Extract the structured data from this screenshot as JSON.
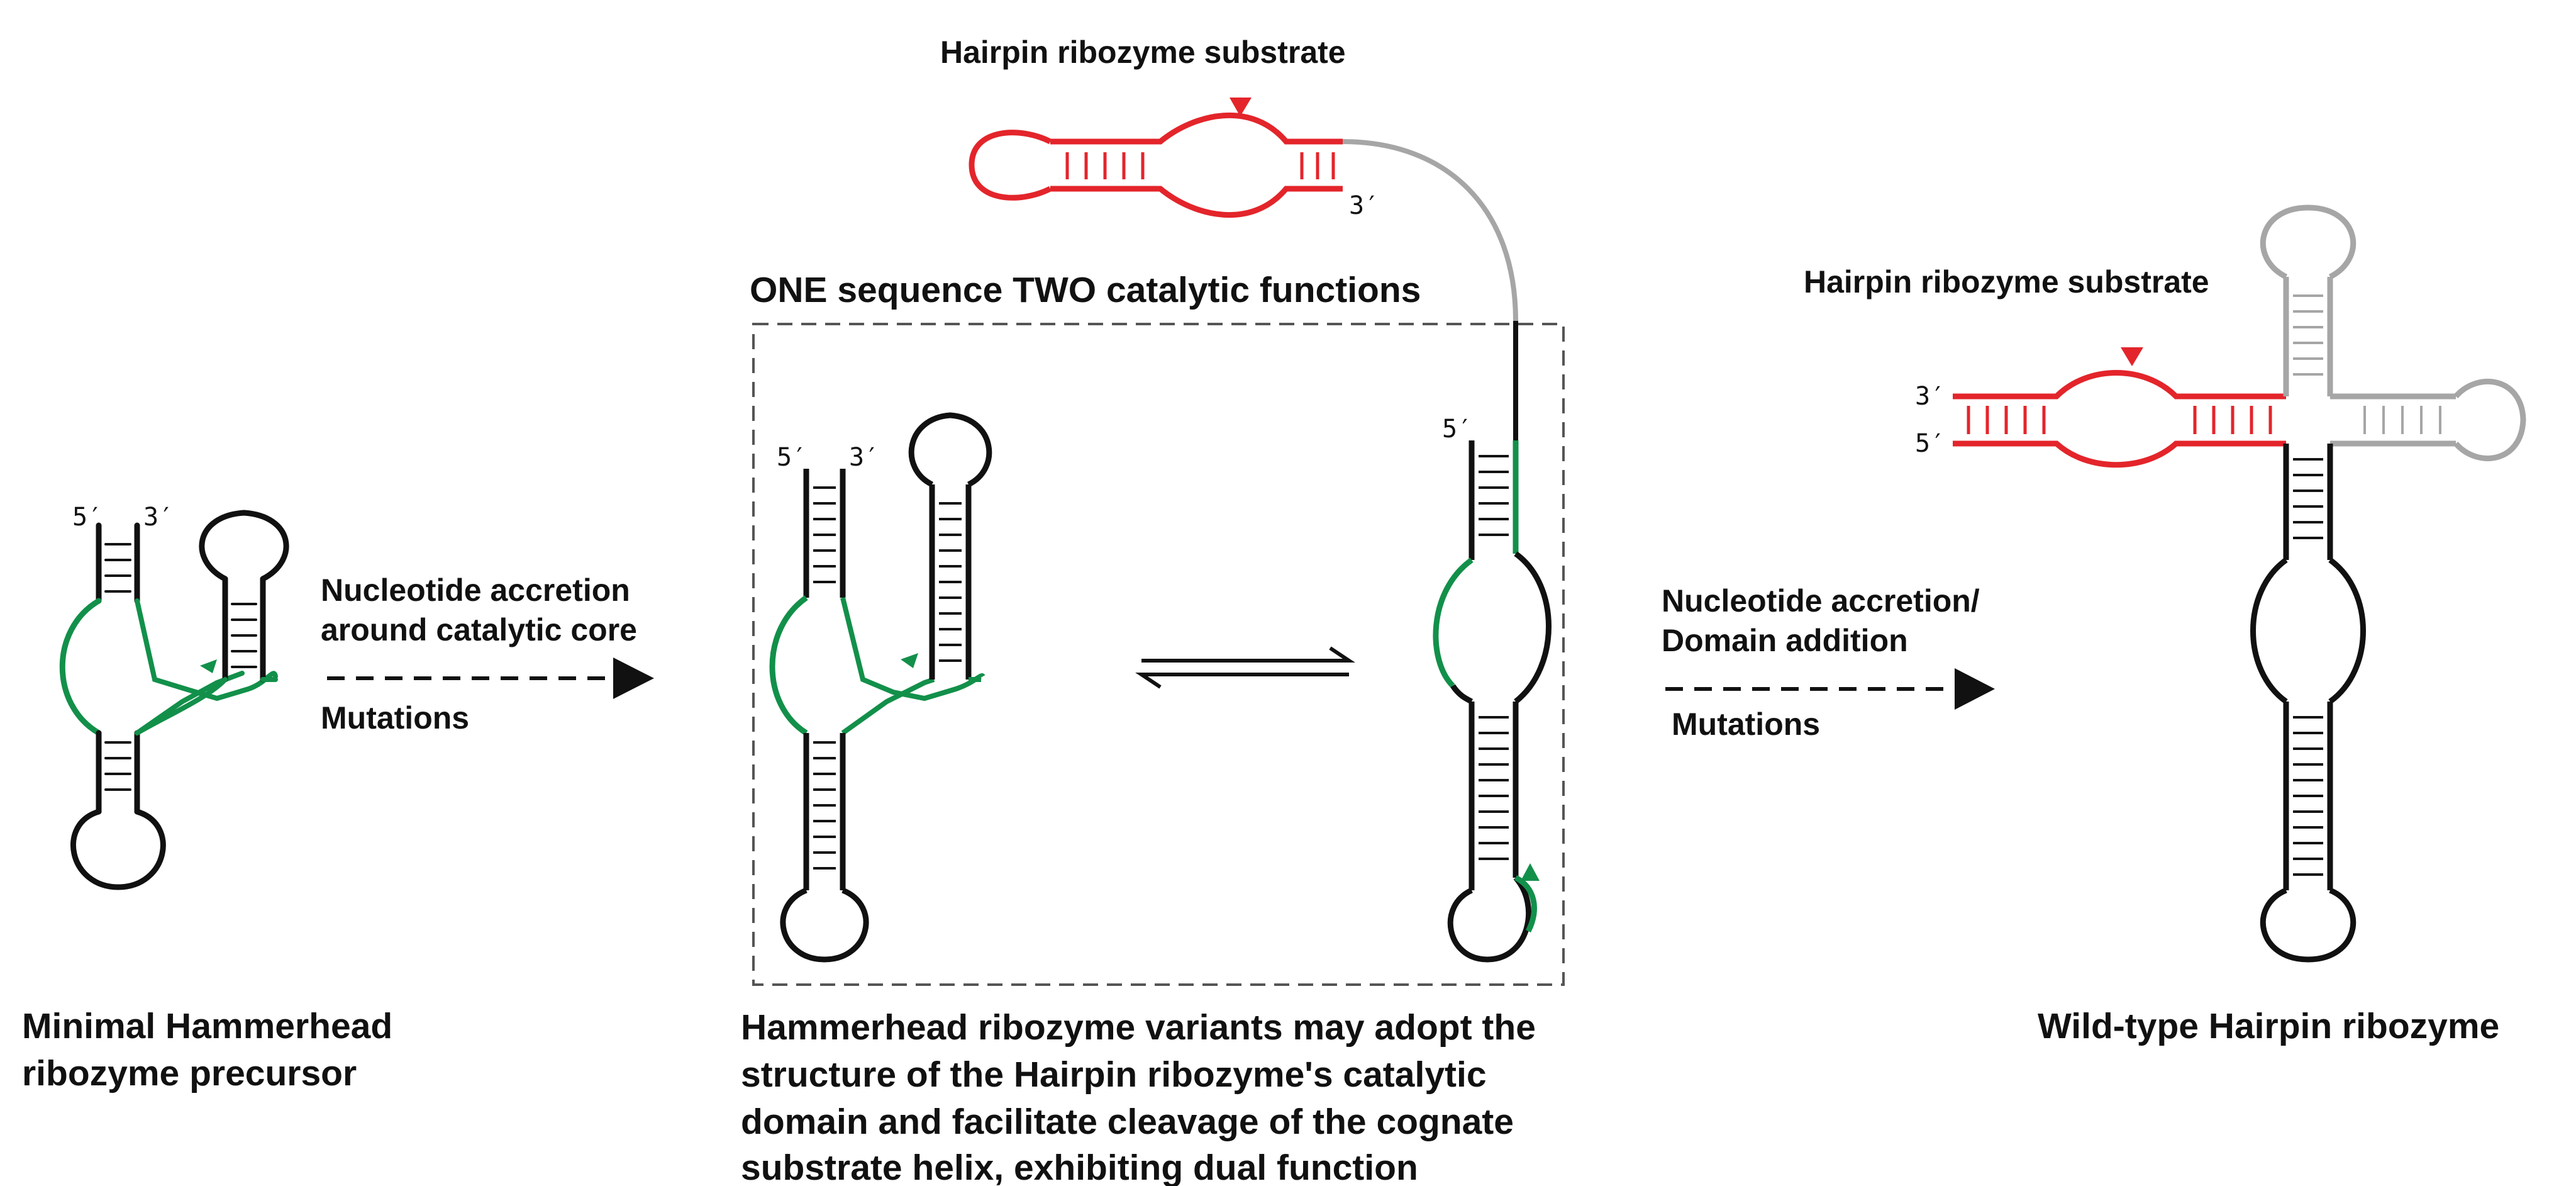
{
  "colors": {
    "strand": "#111111",
    "core": "#12904a",
    "substrate": "#e3252b",
    "extra_domain": "#a6a6a6",
    "frame": "#555555"
  },
  "labels": {
    "hh_precursor_caption_line1": "Minimal Hammerhead",
    "hh_precursor_caption_line2": "ribozyme precursor",
    "arrow1_above_line1": "Nucleotide accretion",
    "arrow1_above_line2": "around catalytic core",
    "arrow1_below": "Mutations",
    "dual_box_title": "ONE sequence TWO catalytic functions",
    "hairpin_substrate_top": "Hairpin ribozyme substrate",
    "middle_caption_line1": "Hammerhead ribozyme variants may adopt the",
    "middle_caption_line2": "structure of the Hairpin ribozyme's catalytic",
    "middle_caption_line3": "domain and facilitate cleavage of the cognate",
    "middle_caption_line4": "substrate helix, exhibiting dual function",
    "arrow2_above_line1": "Nucleotide accretion/",
    "arrow2_above_line2": "Domain addition",
    "arrow2_below": "Mutations",
    "hairpin_substrate_right": "Hairpin ribozyme substrate",
    "wild_type_caption": "Wild-type Hairpin ribozyme"
  },
  "strand_ends": {
    "five_prime": "5′",
    "three_prime": "3′"
  }
}
